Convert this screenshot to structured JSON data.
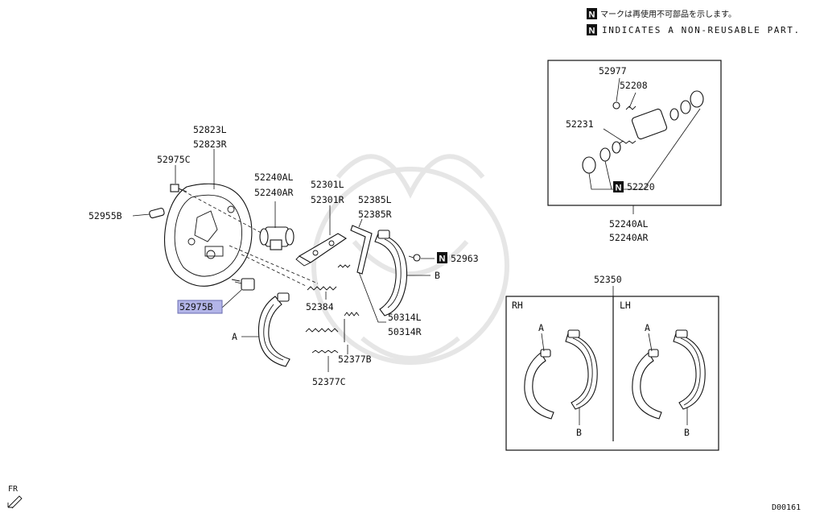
{
  "header": {
    "line1_marker": "N",
    "line1_text": "マークは再使用不可部品を示します。",
    "line2_marker": "N",
    "line2_text": "INDICATES A NON-REUSABLE PART."
  },
  "parts": {
    "p52823": [
      "52823L",
      "52823R"
    ],
    "p52975c": "52975C",
    "p52955b": "52955B",
    "p52240": [
      "52240AL",
      "52240AR"
    ],
    "p52301": [
      "52301L",
      "52301R"
    ],
    "p52385": [
      "52385L",
      "52385R"
    ],
    "p52963_marker": "N",
    "p52963": "52963",
    "label_b": "B",
    "p52975b": "52975B",
    "p52384": "52384",
    "p50314": [
      "50314L",
      "50314R"
    ],
    "label_a": "A",
    "p52377b": "52377B",
    "p52377c": "52377C"
  },
  "cylinder_detail": {
    "p52977": "52977",
    "p52208": "52208",
    "p52231": "52231",
    "p52220_marker": "N",
    "p52220": "52220",
    "caption": [
      "52240AL",
      "52240AR"
    ]
  },
  "shoe_set": {
    "part": "52350",
    "rh": "RH",
    "lh": "LH",
    "a": "A",
    "b": "B"
  },
  "footer": {
    "fr": "FR",
    "code": "D00161"
  },
  "colors": {
    "highlight": "#b3b5e8",
    "ink": "#111111"
  }
}
